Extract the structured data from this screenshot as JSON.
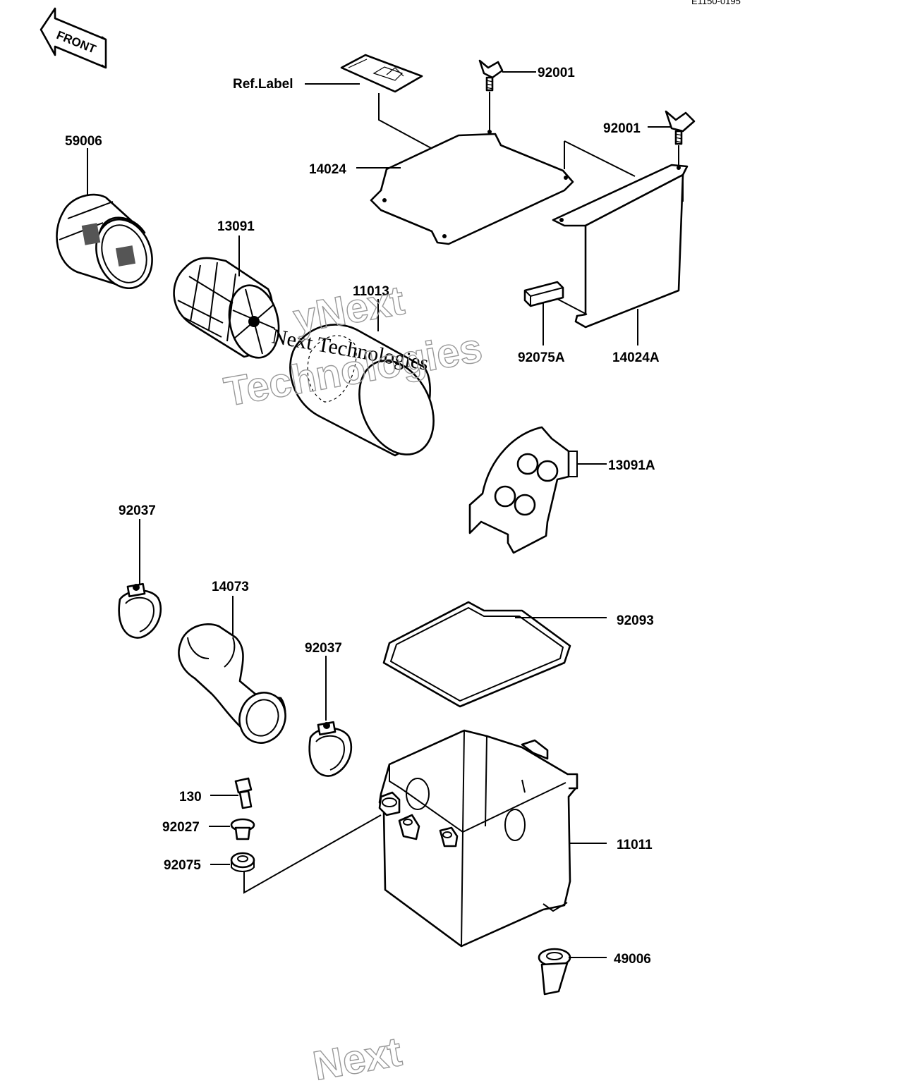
{
  "reference_code": "E1150-0195",
  "front_marker": "FRONT",
  "watermark": {
    "small_text": "Next Technologies",
    "large_text": [
      "yNext",
      "Technologies"
    ],
    "bottom_fragment": "Next"
  },
  "callouts": {
    "ref_label": "Ref.Label",
    "wing_bolt_top": "92001",
    "wing_bolt_right": "92001",
    "cover_plate": "14024",
    "cover_bracket": "14024A",
    "filter_cap": "59006",
    "filter_cage": "13091",
    "filter_element": "11013",
    "pad": "92075A",
    "holder_plate": "13091A",
    "clamp_left": "92037",
    "clamp_right": "92037",
    "duct": "14073",
    "gasket": "92093",
    "bolt": "130",
    "collar": "92027",
    "grommet": "92075",
    "case": "11011",
    "drain_cap": "49006"
  }
}
